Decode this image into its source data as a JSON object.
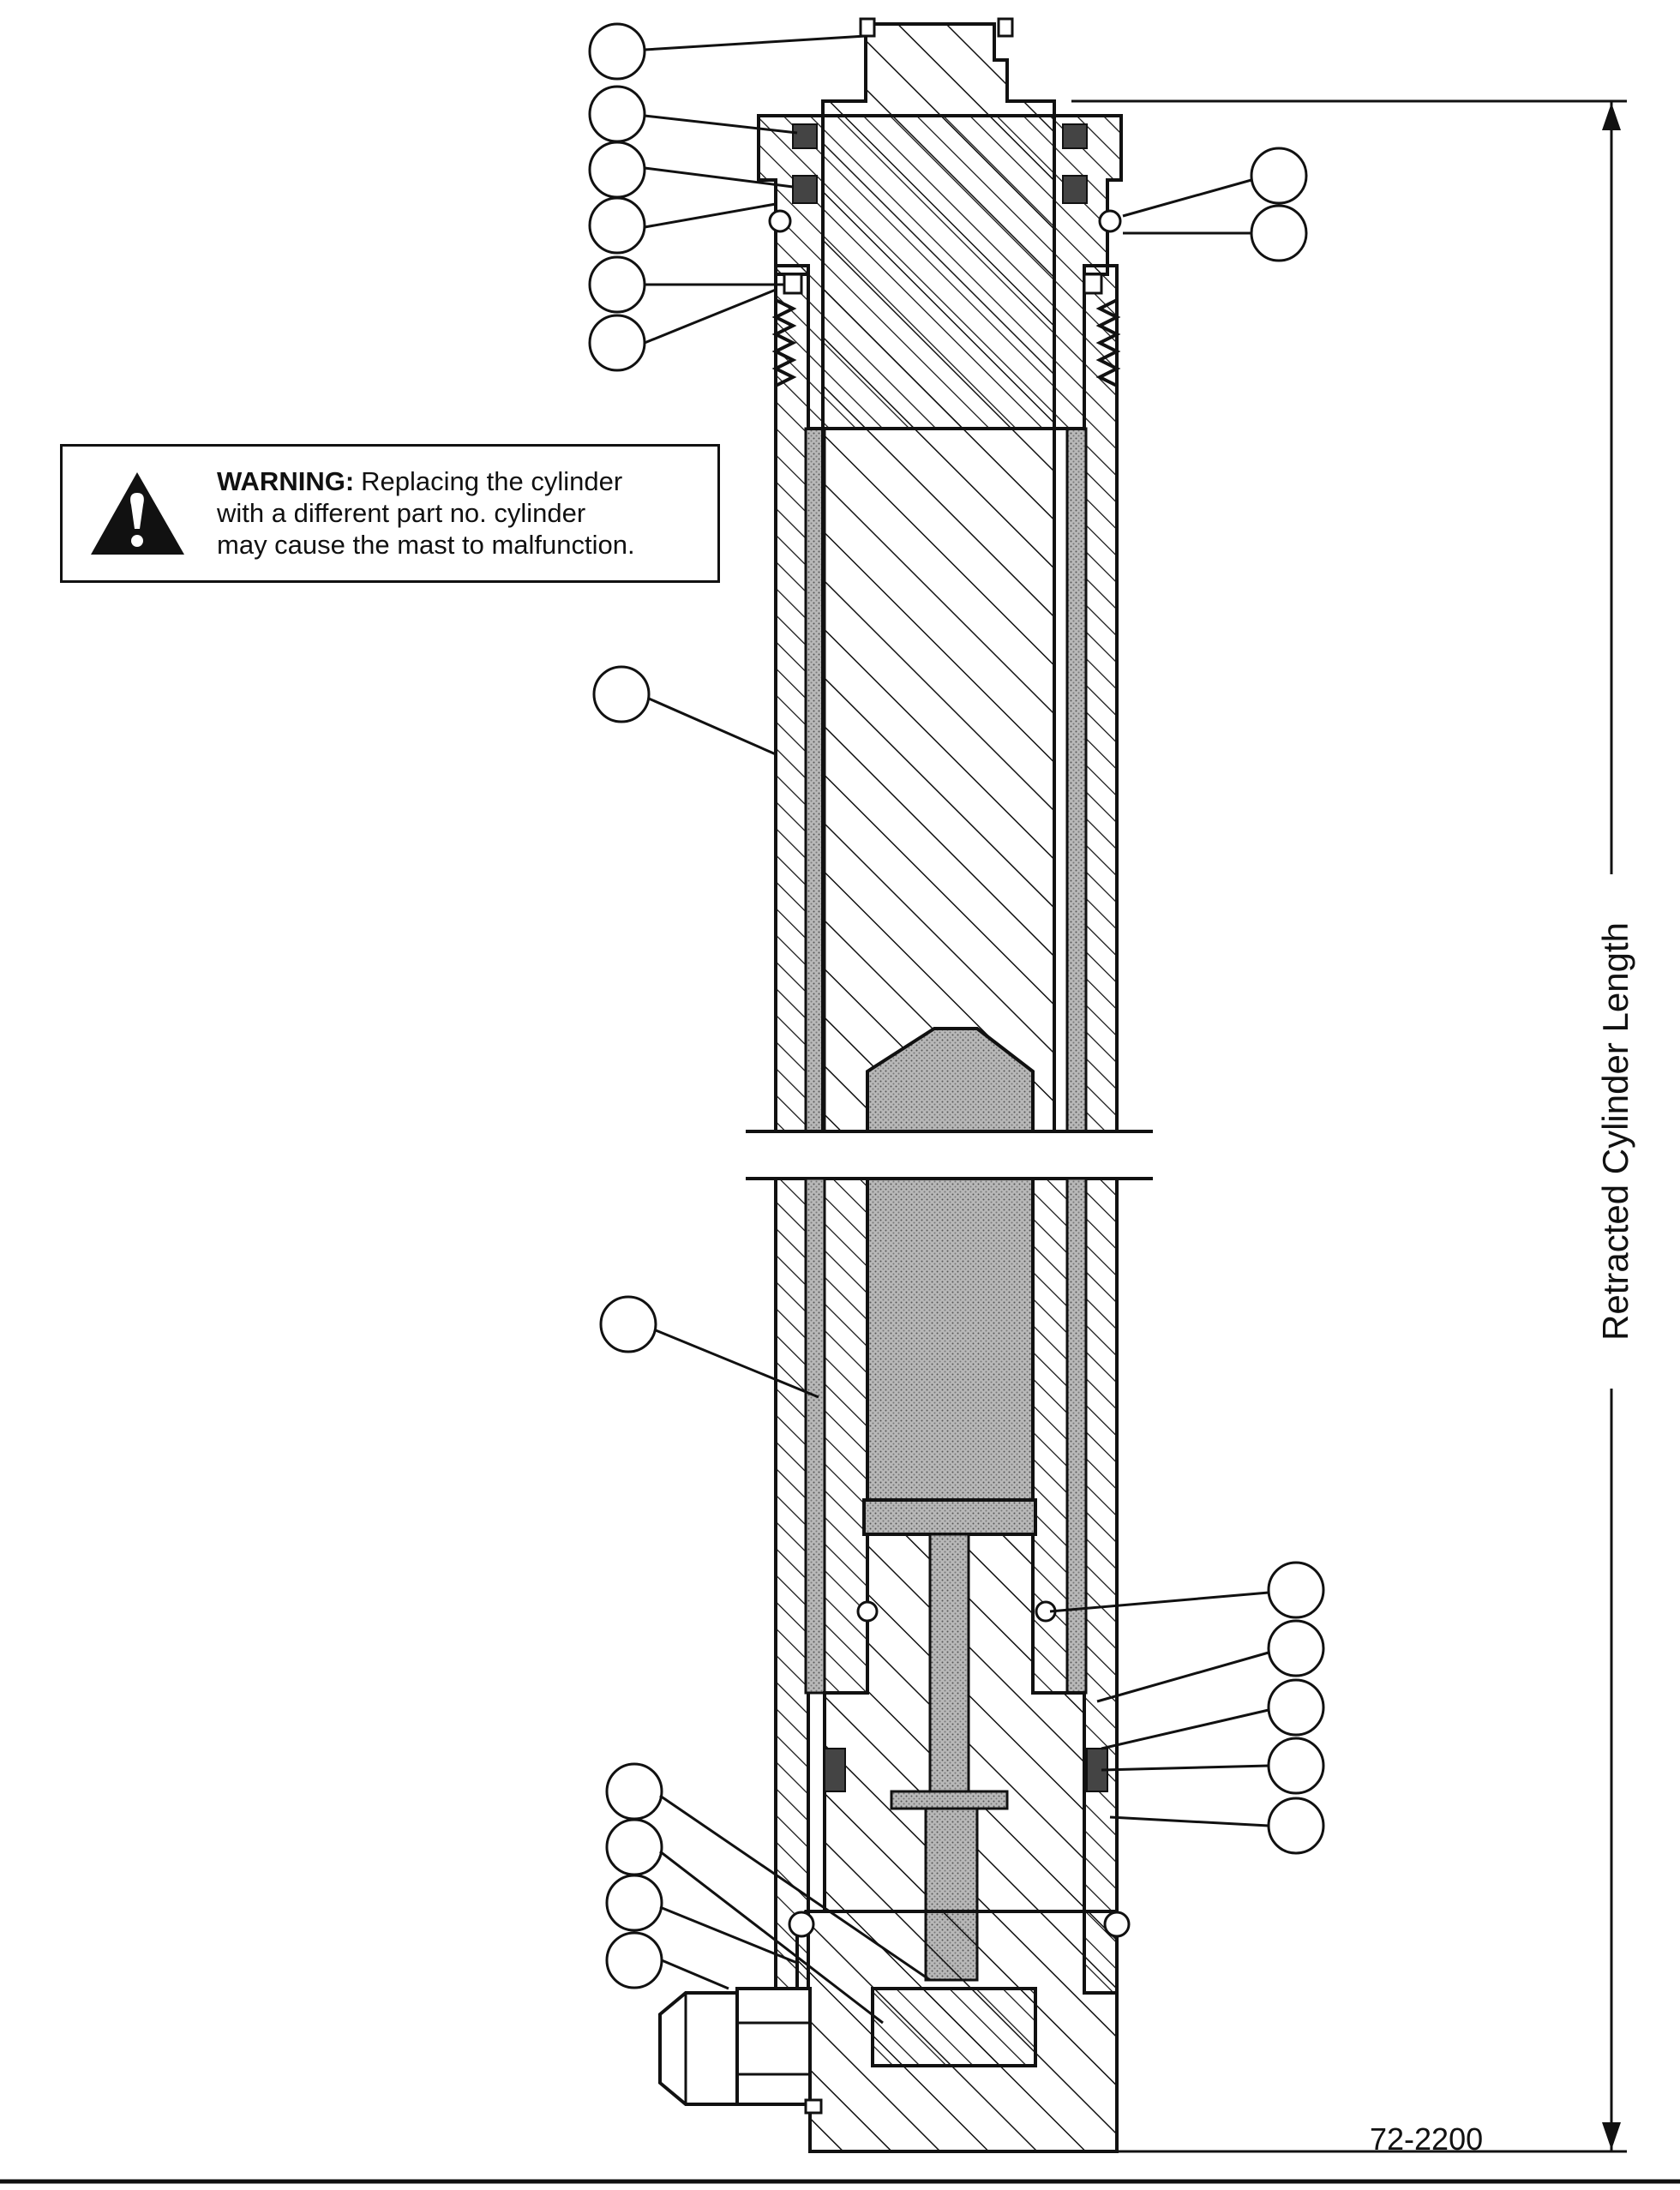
{
  "warning": {
    "lead": "WARNING:",
    "lines": [
      "Replacing the cylinder",
      "with a different part no. cylinder",
      "may cause the mast to malfunction."
    ],
    "icon": "warning-triangle-icon"
  },
  "dimension": {
    "label": "Retracted Cylinder Length"
  },
  "drawing_number": "72-2200",
  "callouts": {
    "left_count": 12,
    "right_count": 7,
    "labels_shown": "none"
  },
  "colors": {
    "ink": "#111111",
    "paper": "#ffffff",
    "stipple": "#9a9a9a"
  }
}
